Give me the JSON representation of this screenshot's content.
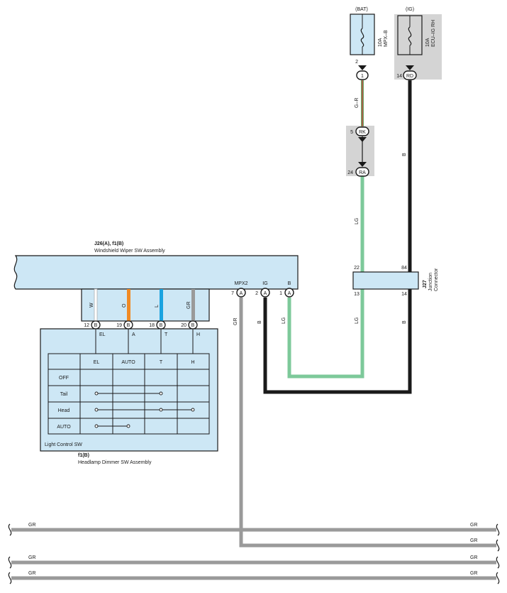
{
  "colors": {
    "box_fill": "#cde7f5",
    "grey_panel": "#d4d4d4",
    "wire_B": "#1a1a1a",
    "wire_LG": "#7dc99a",
    "wire_GR": "#9a9a9a",
    "wire_O": "#f08a24",
    "wire_L": "#1aa3e0",
    "wire_W": "#ffffff",
    "wire_GR_stripe_R": "#cc3333"
  },
  "fuses": {
    "bat": {
      "power_label": "(BAT)",
      "rating": "10A",
      "name": "MPX–B",
      "pin": "2",
      "connector": "1"
    },
    "ig": {
      "power_label": "(IG)",
      "rating": "10A",
      "name": "ECU–IG RH",
      "pin": "14",
      "connector": "RD"
    }
  },
  "junction_block": {
    "top_connector": {
      "pin": "5",
      "code": "RK"
    },
    "bottom_connector": {
      "pin": "24",
      "code": "RA"
    }
  },
  "wires": {
    "bat_out": "G–R",
    "ig_out": "B",
    "jb_out": "LG",
    "j27_lg": "LG",
    "j27_b": "B",
    "mpx2_out": "GR",
    "ig_pin_out": "B",
    "b_pin_out": "LG"
  },
  "junction_connector": {
    "id": "J27",
    "name_line1": "Junction",
    "name_line2": "Connector",
    "pins": {
      "top_left": "22",
      "top_right": "84",
      "bottom_left": "13",
      "bottom_right": "14"
    }
  },
  "wiper_sw": {
    "id": "J26(A), f1(B)",
    "name": "Windshield Wiper SW Assembly",
    "terminals": [
      {
        "label": "MPX2",
        "pin": "7",
        "conn": "A"
      },
      {
        "label": "IG",
        "pin": "2",
        "conn": "A"
      },
      {
        "label": "B",
        "pin": "1",
        "conn": "A"
      }
    ],
    "inner_wires": [
      {
        "color": "W"
      },
      {
        "color": "O"
      },
      {
        "color": "L"
      },
      {
        "color": "GR"
      }
    ],
    "sw_pins": [
      {
        "pin": "12",
        "conn": "B",
        "name": "EL"
      },
      {
        "pin": "19",
        "conn": "B",
        "name": "A"
      },
      {
        "pin": "18",
        "conn": "B",
        "name": "T"
      },
      {
        "pin": "20",
        "conn": "B",
        "name": "H"
      }
    ]
  },
  "light_control": {
    "name": "Light Control SW",
    "columns": [
      "EL",
      "AUTO",
      "T",
      "H"
    ],
    "rows": [
      "OFF",
      "Tail",
      "Head",
      "AUTO"
    ]
  },
  "headlamp_dimmer": {
    "id": "f1(B)",
    "name": "Headlamp Dimmer SW Assembly"
  },
  "bus_lines": [
    {
      "left": "GR",
      "right": "GR"
    },
    {
      "left": "",
      "right": "GR"
    },
    {
      "left": "GR",
      "right": "GR"
    },
    {
      "left": "GR",
      "right": "GR"
    }
  ]
}
